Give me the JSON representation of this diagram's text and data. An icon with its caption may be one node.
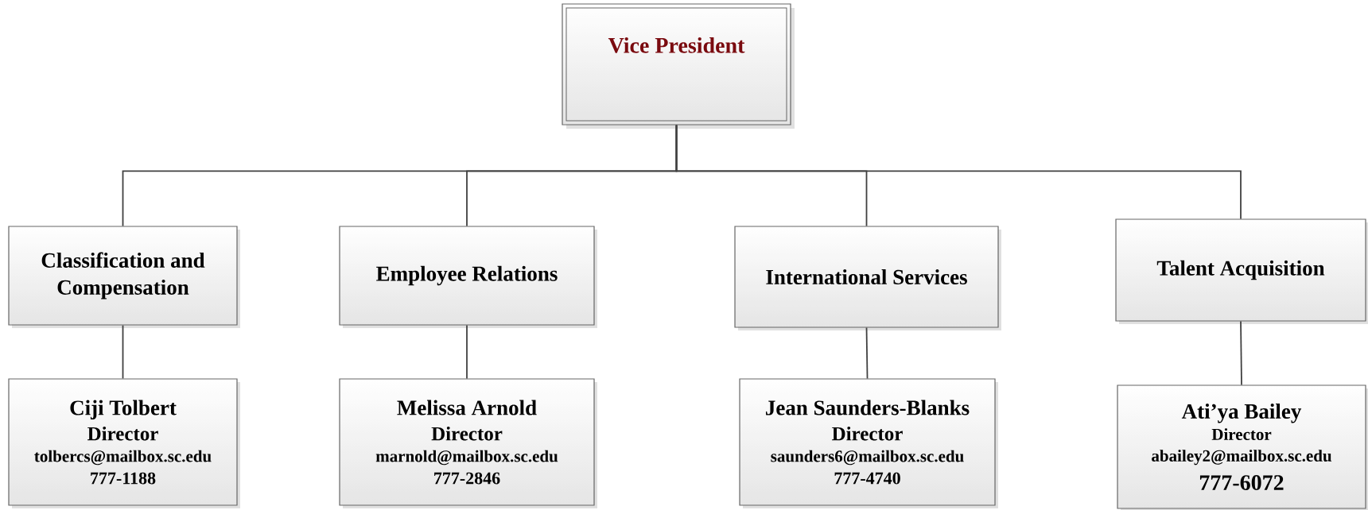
{
  "diagram": {
    "nodes": [
      {
        "text": [
          "Vice President"
        ]
      },
      {
        "text": [
          "Classification and Compensation"
        ]
      },
      {
        "text": [
          "Employee Relations"
        ]
      },
      {
        "text": [
          "International Services"
        ]
      },
      {
        "text": [
          "Talent Acquisition"
        ]
      },
      {
        "text": [
          "Ciji Tolbert",
          "Director",
          "tolbercs@mailbox.sc.edu",
          "777-1188"
        ]
      },
      {
        "text": [
          "Melissa Arnold",
          "Director",
          "marnold@mailbox.sc.edu",
          "777-2846"
        ]
      },
      {
        "text": [
          "Jean Saunders-Blanks",
          "Director",
          "saunders6@mailbox.sc.edu",
          "777-4740"
        ]
      },
      {
        "text": [
          "Ati’ya Bailey",
          "Director",
          "abailey2@mailbox.sc.edu",
          "777-6072"
        ]
      }
    ],
    "edges": [
      {
        "from": 0,
        "to": 1,
        "arrow": "none"
      },
      {
        "from": 0,
        "to": 2,
        "arrow": "none"
      },
      {
        "from": 0,
        "to": 3,
        "arrow": "none"
      },
      {
        "from": 0,
        "to": 4,
        "arrow": "none"
      },
      {
        "from": 1,
        "to": 5,
        "arrow": "none"
      },
      {
        "from": 2,
        "to": 6,
        "arrow": "none"
      },
      {
        "from": 3,
        "to": 7,
        "arrow": "none"
      },
      {
        "from": 4,
        "to": 8,
        "arrow": "none"
      }
    ]
  }
}
